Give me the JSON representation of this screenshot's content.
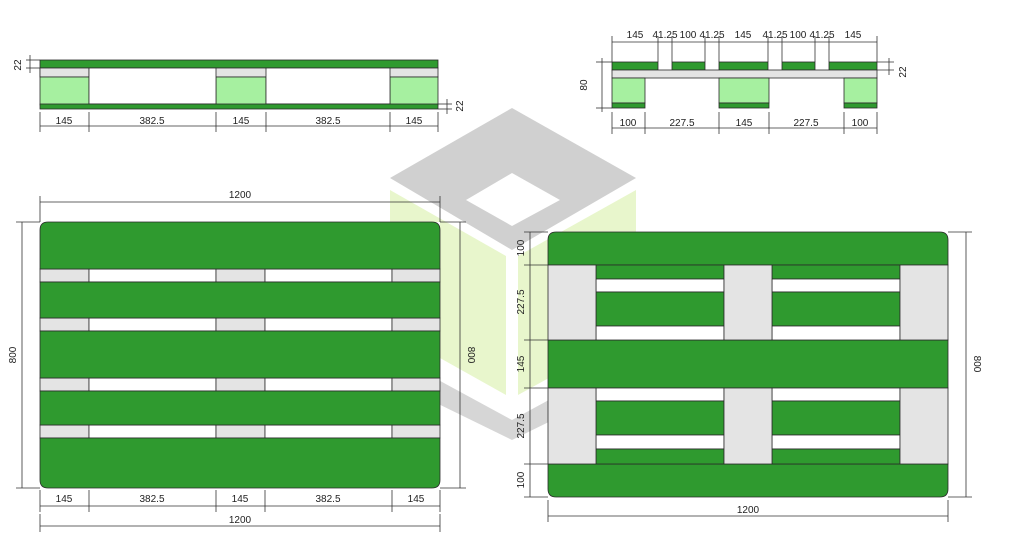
{
  "colors": {
    "board_green": "#2f9a2f",
    "block_light_green": "#a6f0a0",
    "block_grey": "#e4e4e4",
    "watermark_grey": "#c8c8c8",
    "watermark_green": "#e4f5c4",
    "outline": "#2a2a2a",
    "dim_text": "#222222"
  },
  "views": {
    "side_view": {
      "dims_bottom": [
        "145",
        "382.5",
        "145",
        "382.5",
        "145"
      ],
      "dim_top_board": "22",
      "dim_bottom_board": "22"
    },
    "end_view": {
      "dims_top": [
        "145",
        "41.25",
        "100",
        "41.25",
        "145",
        "41.25",
        "100",
        "41.25",
        "145"
      ],
      "dims_bottom": [
        "100",
        "227.5",
        "145",
        "227.5",
        "100"
      ],
      "dim_height": "80",
      "dim_top_board": "22"
    },
    "top_view": {
      "dim_width_top": "1200",
      "dim_width_bottom": "1200",
      "dim_height_left": "800",
      "dim_height_right": "800",
      "dims_bottom": [
        "145",
        "382.5",
        "145",
        "382.5",
        "145"
      ]
    },
    "bottom_view": {
      "dim_width": "1200",
      "dim_height": "800",
      "dims_left": [
        "100",
        "227.5",
        "145",
        "227.5",
        "100"
      ]
    }
  }
}
